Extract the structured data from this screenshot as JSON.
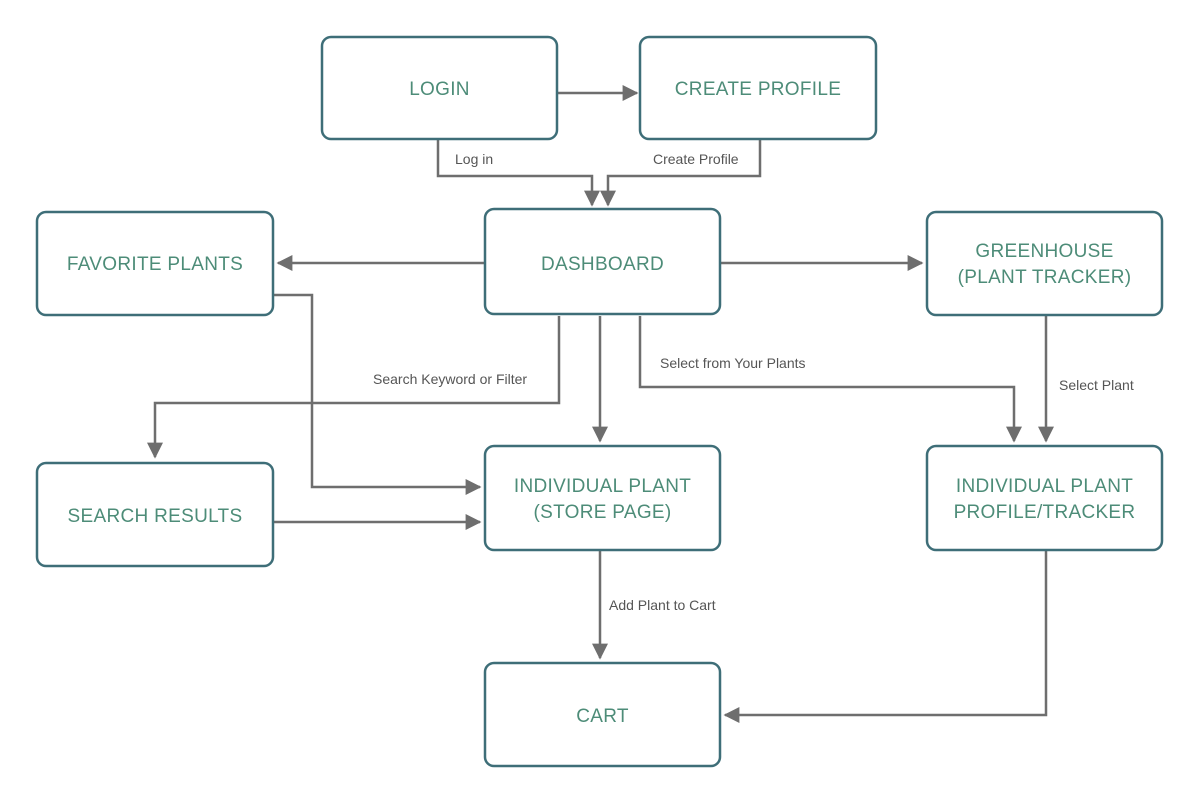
{
  "nodes": {
    "login": {
      "lines": [
        "LOGIN"
      ]
    },
    "create_profile": {
      "lines": [
        "CREATE PROFILE"
      ]
    },
    "favorite_plants": {
      "lines": [
        "FAVORITE PLANTS"
      ]
    },
    "dashboard": {
      "lines": [
        "DASHBOARD"
      ]
    },
    "greenhouse": {
      "lines": [
        "GREENHOUSE",
        "(PLANT TRACKER)"
      ]
    },
    "search_results": {
      "lines": [
        "SEARCH RESULTS"
      ]
    },
    "individual_plant_store": {
      "lines": [
        "INDIVIDUAL PLANT",
        "(STORE PAGE)"
      ]
    },
    "individual_plant_profile": {
      "lines": [
        "INDIVIDUAL PLANT",
        "PROFILE/TRACKER"
      ]
    },
    "cart": {
      "lines": [
        "CART"
      ]
    }
  },
  "edges": {
    "log_in": "Log in",
    "create_profile": "Create Profile",
    "search_keyword_or_filter": "Search Keyword or Filter",
    "select_from_your_plants": "Select from Your Plants",
    "select_plant": "Select Plant",
    "add_plant_to_cart": "Add Plant to Cart"
  },
  "colors": {
    "node_border": "#3e6e78",
    "node_text": "#4d8c78",
    "edge": "#6e6e6e",
    "edge_text": "#555555"
  }
}
